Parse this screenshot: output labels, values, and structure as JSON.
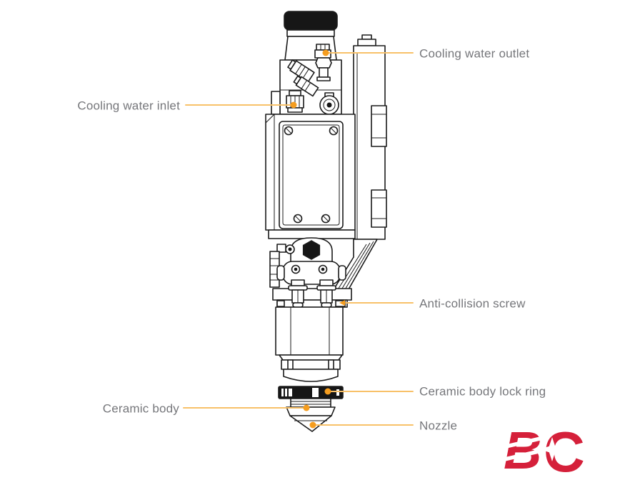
{
  "diagram": {
    "labels": [
      {
        "id": "cooling-water-outlet",
        "text": "Cooling water outlet"
      },
      {
        "id": "cooling-water-inlet",
        "text": "Cooling water inlet"
      },
      {
        "id": "anti-collision-screw",
        "text": "Anti-collision screw"
      },
      {
        "id": "ceramic-body-lock-ring",
        "text": "Ceramic body lock ring"
      },
      {
        "id": "ceramic-body",
        "text": "Ceramic body"
      },
      {
        "id": "nozzle",
        "text": "Nozzle"
      }
    ],
    "colors": {
      "leader_line": "#F8C169",
      "leader_dot": "#F59D1F",
      "label_text": "#76777B",
      "line_art": "#1B1B1B",
      "logo_red": "#D5203A",
      "background": "#FFFFFF"
    }
  },
  "logo": {
    "letter_b": "B",
    "letter_c": "C",
    "star_icon": "sparkle-star"
  }
}
